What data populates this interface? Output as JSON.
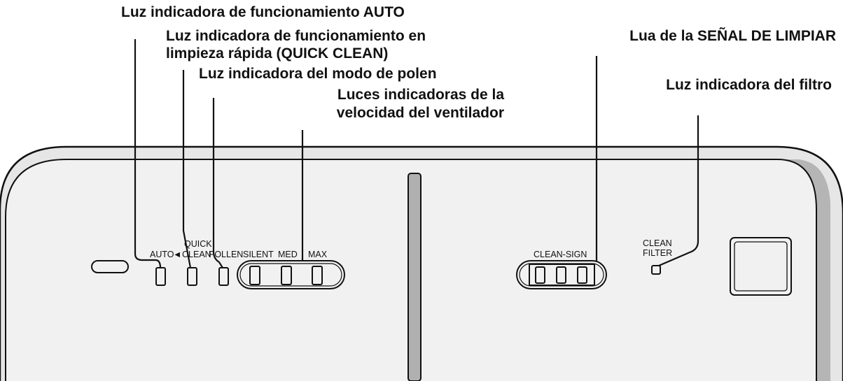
{
  "callouts": {
    "auto_light": "Luz indicadora de funcionamiento AUTO",
    "quick_clean_light_line1": "Luz indicadora de funcionamiento en",
    "quick_clean_light_line2": "limpieza rápida (QUICK CLEAN)",
    "pollen_light": "Luz indicadora del modo de polen",
    "fan_speed_lights_line1": "Luces indicadoras de la",
    "fan_speed_lights_line2": "velocidad del ventilador",
    "clean_sign_light": "Lua de la SEÑAL DE LIMPIAR",
    "filter_light": "Luz indicadora del filtro"
  },
  "panel_labels": {
    "auto": "AUTO",
    "arrow": "◄",
    "quick": "QUICK",
    "clean": "CLEAN",
    "pollen": "POLLEN",
    "silent": "SILENT",
    "med": "MED",
    "max": "MAX",
    "clean_sign": "CLEAN-SIGN",
    "clean_filter_line1": "CLEAN",
    "clean_filter_line2": "FILTER"
  }
}
